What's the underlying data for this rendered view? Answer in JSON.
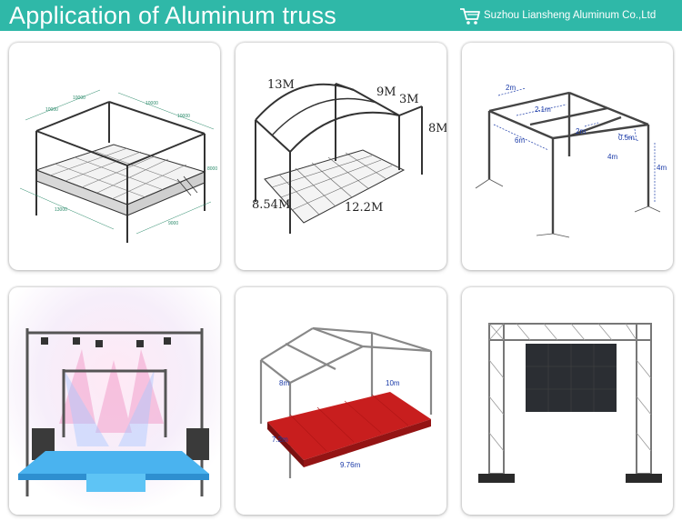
{
  "banner": {
    "title": "Application of Aluminum truss",
    "company": "Suzhou Liansheng Aluminum Co.,Ltd",
    "icon": "shopping-cart-icon",
    "color": "#2fb8a8"
  },
  "panels": [
    {
      "labels": []
    },
    {
      "labels": [
        "13M",
        "9M",
        "3M",
        "8M",
        "8.54M",
        "12.2M"
      ]
    },
    {
      "labels": [
        "2m",
        "2.1m",
        "6m",
        "2m",
        "0.5m",
        "4m",
        "4m"
      ]
    },
    {
      "labels": []
    },
    {
      "labels": [
        "8m",
        "10m",
        "7.2m",
        "9.76m"
      ]
    },
    {
      "labels": []
    }
  ]
}
